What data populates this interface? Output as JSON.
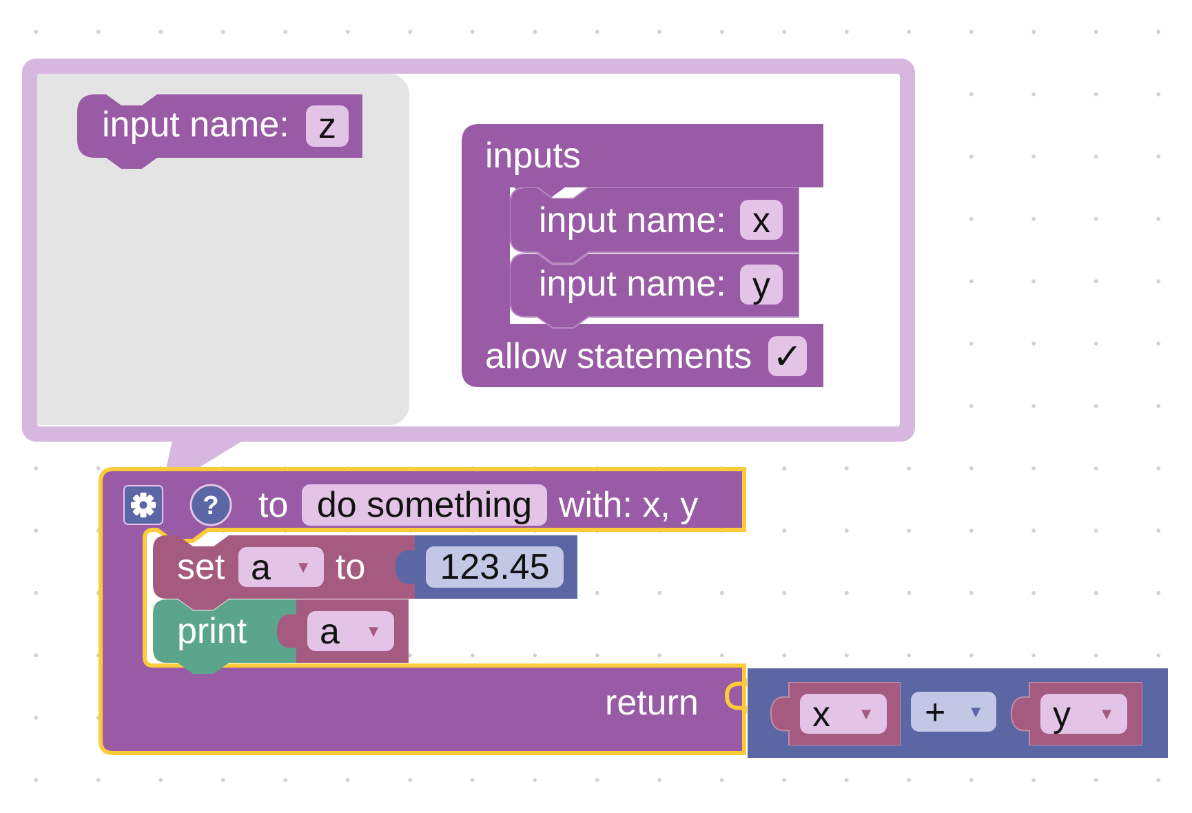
{
  "flyout": {
    "block": {
      "label": "input name:",
      "value": "z"
    }
  },
  "mutator": {
    "header": "inputs",
    "inputs": [
      {
        "label": "input name:",
        "value": "x"
      },
      {
        "label": "input name:",
        "value": "y"
      }
    ],
    "allow_label": "allow statements",
    "allow_check": "✓"
  },
  "procedure": {
    "to_label": "to",
    "name": "do something",
    "with_label": "with: x, y",
    "return_label": "return",
    "statements": {
      "set": {
        "label": "set",
        "var": "a",
        "to_label": "to",
        "value": "123.45"
      },
      "print": {
        "label": "print",
        "var": "a"
      }
    },
    "return_expr": {
      "left": "x",
      "op": "+",
      "right": "y"
    }
  },
  "icons": {
    "settings": "gear-icon",
    "help": "help-icon",
    "dropdown": "dropdown-arrow-icon"
  },
  "colors": {
    "procedure": "#995ba5",
    "variable": "#a55b80",
    "text": "#5ba58c",
    "math": "#5b67a5",
    "selected_outline": "#fccb39",
    "bubble": "#d7b7df"
  }
}
